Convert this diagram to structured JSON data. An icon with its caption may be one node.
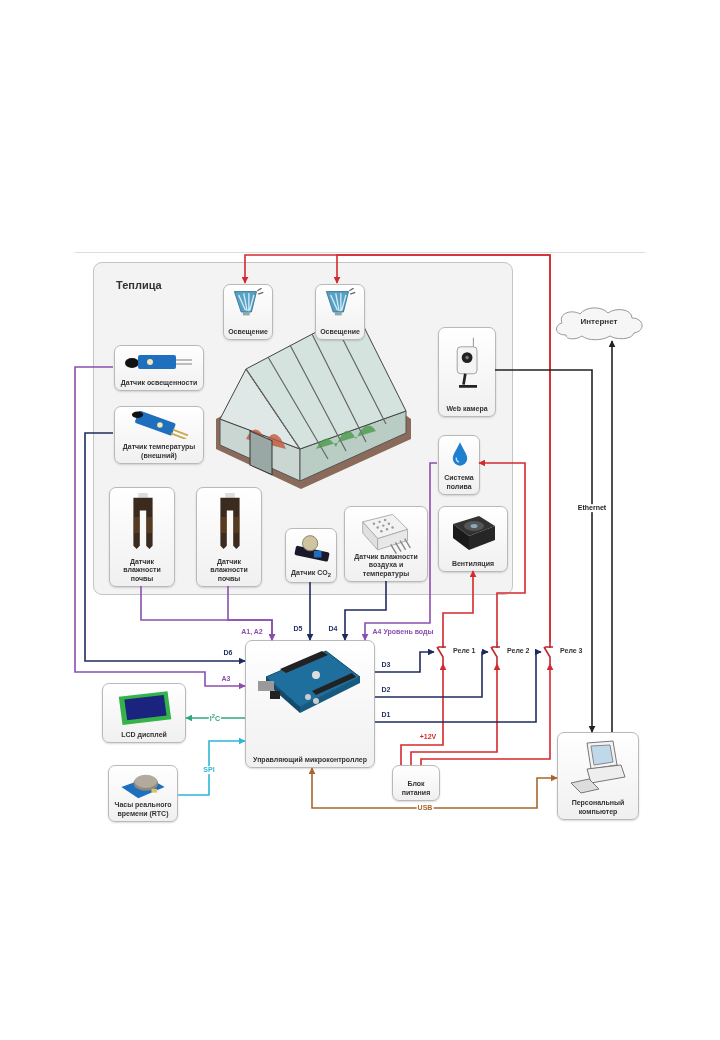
{
  "diagram": {
    "nodes": [
      {
        "text": [
          "Теплица"
        ]
      },
      {
        "text": [
          "Освещение"
        ],
        "in": 0
      },
      {
        "text": [
          "Освещение"
        ],
        "in": 0
      },
      {
        "text": [
          "Датчик освещенности"
        ],
        "in": 0
      },
      {
        "text": [
          "Датчик температуры (внешний)"
        ],
        "in": 0
      },
      {
        "text": [
          "Web камера"
        ],
        "in": 0
      },
      {
        "text": [
          "Система полива"
        ],
        "in": 0
      },
      {
        "text": [
          "Датчик влажности почвы"
        ],
        "in": 0
      },
      {
        "text": [
          "Датчик влажности почвы"
        ],
        "in": 0
      },
      {
        "text": [
          "Датчик CO$_{2}$"
        ],
        "in": 0
      },
      {
        "text": [
          "Датчик влажности воздуха и температуры"
        ],
        "in": 0
      },
      {
        "text": [
          "Вентиляция"
        ],
        "in": 0
      },
      {
        "text": [
          "Интернет"
        ]
      },
      {
        "text": [
          "Управляющий микроконтроллер"
        ]
      },
      {
        "text": [
          "LCD дисплей"
        ]
      },
      {
        "text": [
          "Часы реального времени (RTC)"
        ]
      },
      {
        "text": [
          "Реле 1"
        ]
      },
      {
        "text": [
          "Реле 2"
        ]
      },
      {
        "text": [
          "Реле 3"
        ]
      },
      {
        "text": [
          "Блок питания"
        ]
      },
      {
        "text": [
          "Персональный компьютер"
        ]
      }
    ],
    "edges": [
      {
        "from": 18,
        "to": 1,
        "arrow": "to",
        "color": "#d42a2f"
      },
      {
        "from": 18,
        "to": 2,
        "arrow": "to",
        "color": "#d42a2f"
      },
      {
        "from": 16,
        "to": 11,
        "arrow": "to",
        "color": "#d42a2f"
      },
      {
        "from": 17,
        "to": 6,
        "arrow": "to",
        "color": "#d42a2f"
      },
      {
        "from": 19,
        "to": 16,
        "arrow": "to",
        "label": "+12V",
        "color": "#d42a2f"
      },
      {
        "from": 19,
        "to": 17,
        "arrow": "to",
        "color": "#d42a2f"
      },
      {
        "from": 19,
        "to": 18,
        "arrow": "to",
        "color": "#d42a2f"
      },
      {
        "from": 13,
        "to": 16,
        "arrow": "to",
        "label": "D3",
        "color": "#1f2b5e"
      },
      {
        "from": 13,
        "to": 17,
        "arrow": "to",
        "label": "D2",
        "color": "#1f2b5e"
      },
      {
        "from": 13,
        "to": 18,
        "arrow": "to",
        "label": "D1",
        "color": "#1f2b5e"
      },
      {
        "from": 3,
        "to": 13,
        "arrow": "to",
        "label": "A3",
        "color": "#8a4fae"
      },
      {
        "from": 4,
        "to": 13,
        "arrow": "to",
        "label": "D6",
        "color": "#1f2b5e"
      },
      {
        "from": 7,
        "to": 13,
        "arrow": "to",
        "label": "A1, A2",
        "color": "#8a4fae"
      },
      {
        "from": 8,
        "to": 13,
        "arrow": "to",
        "color": "#8a4fae"
      },
      {
        "from": 9,
        "to": 13,
        "arrow": "to",
        "label": "D5",
        "color": "#1f2b5e"
      },
      {
        "from": 10,
        "to": 13,
        "arrow": "to",
        "label": "D4",
        "color": "#1f2b5e"
      },
      {
        "from": 6,
        "to": 13,
        "arrow": "to",
        "label": "A4 Уровень воды",
        "color": "#8a4fae"
      },
      {
        "from": 13,
        "to": 14,
        "arrow": "to",
        "label": "I$^{2}$C",
        "color": "#2fa878"
      },
      {
        "from": 15,
        "to": 13,
        "arrow": "to",
        "label": "SPI",
        "color": "#2fb6d6"
      },
      {
        "from": 5,
        "to": 20,
        "arrow": "to",
        "label": "Ethernet",
        "color": "#222222"
      },
      {
        "from": 20,
        "to": 12,
        "arrow": "to",
        "color": "#222222"
      },
      {
        "from": 13,
        "to": 20,
        "arrow": "both",
        "label": "USB",
        "color": "#a8662c"
      }
    ]
  }
}
